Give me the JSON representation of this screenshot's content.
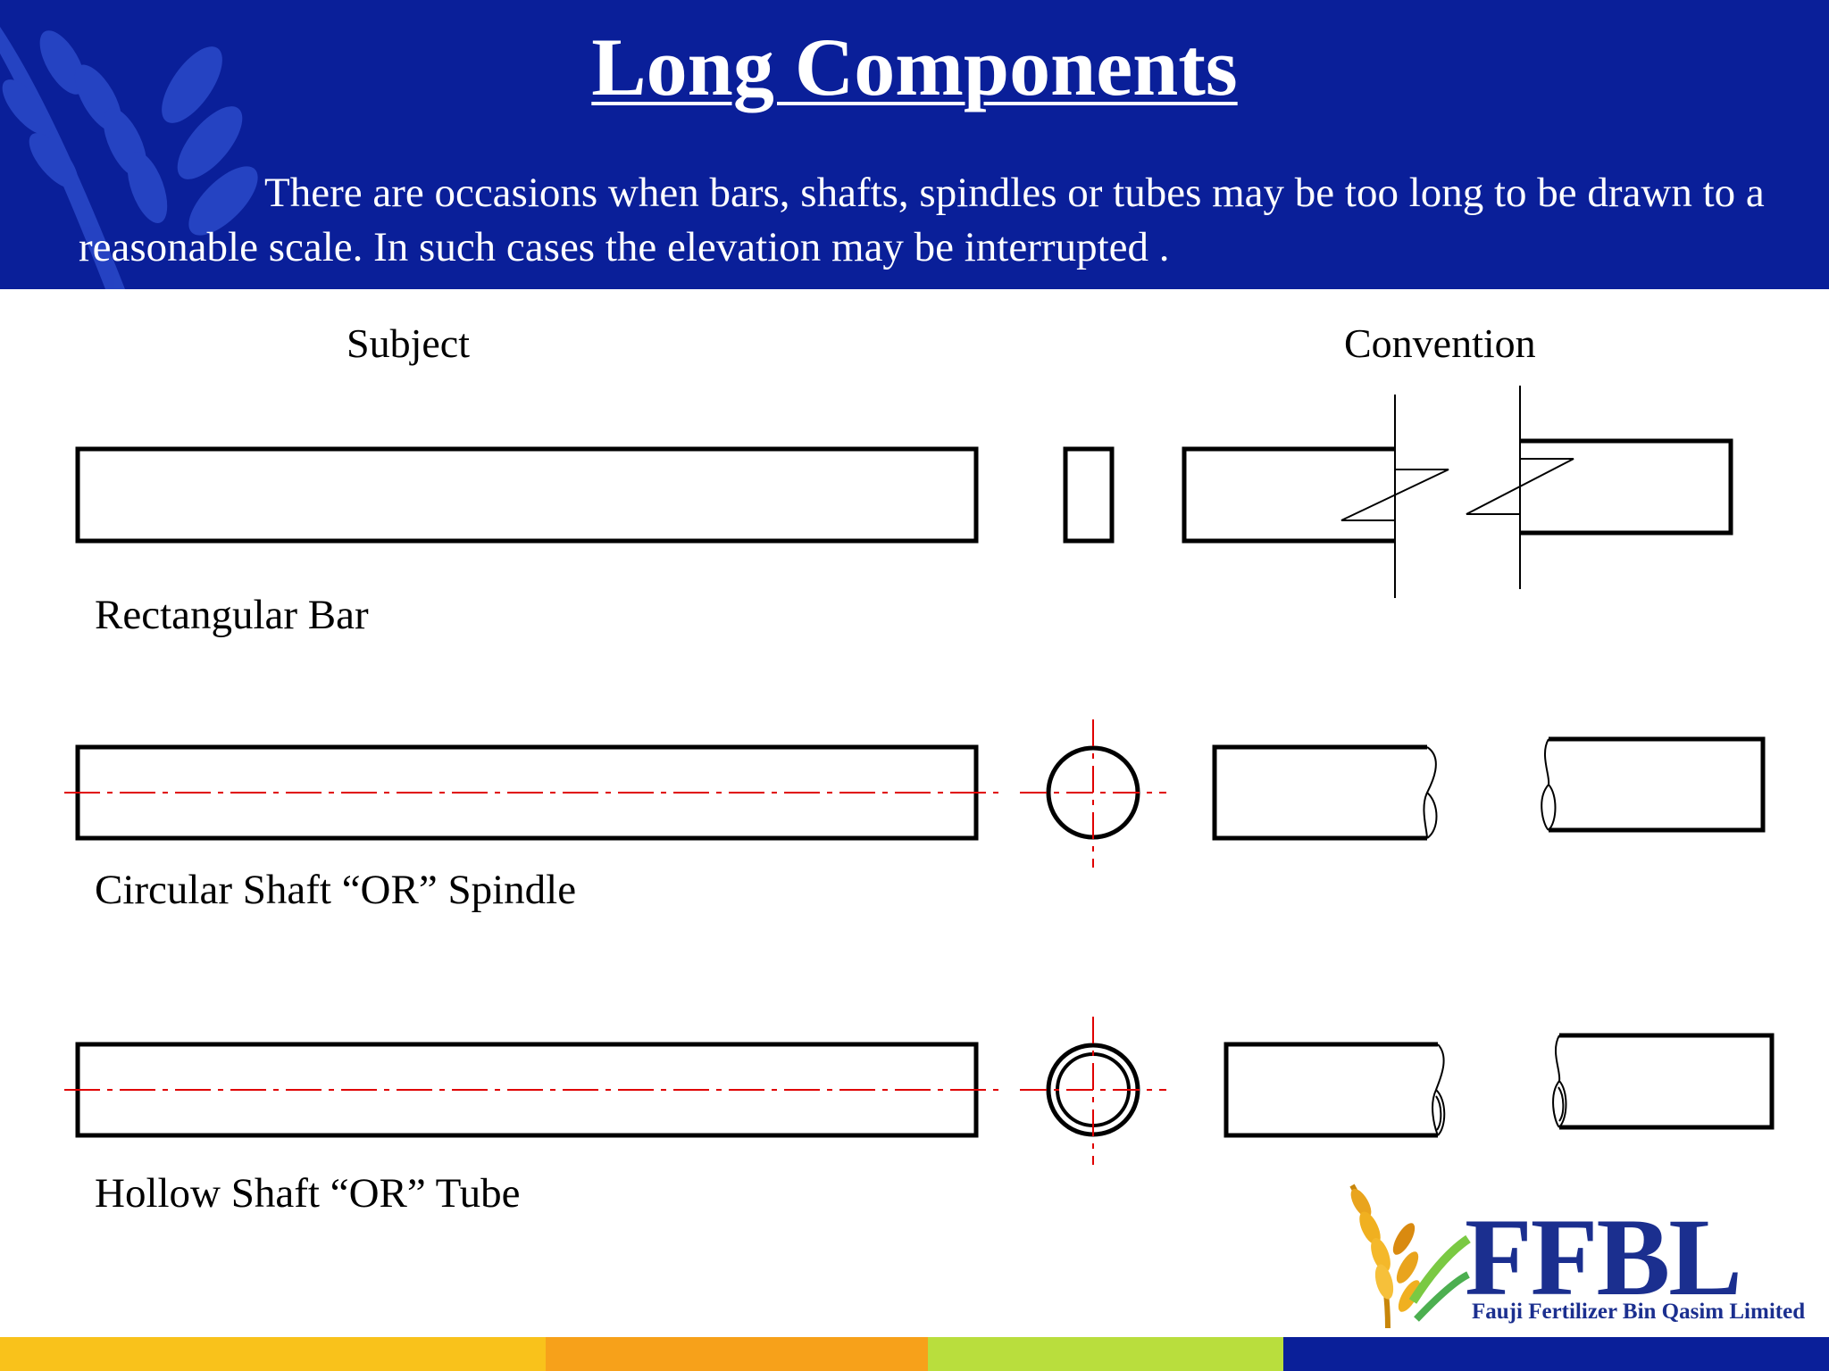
{
  "slide": {
    "title": "Long Components",
    "intro": "There are occasions when bars, shafts, spindles or tubes may be too long to be drawn to a reasonable scale. In such cases the elevation may be interrupted ."
  },
  "columns": {
    "subject": "Subject",
    "convention": "Convention"
  },
  "rows": [
    {
      "label": "Rectangular Bar"
    },
    {
      "label": "Circular Shaft “OR” Spindle"
    },
    {
      "label": "Hollow Shaft “OR” Tube"
    }
  ],
  "logo": {
    "name": "FFBL",
    "subtitle": "Fauji Fertilizer Bin Qasim Limited"
  },
  "colors": {
    "header_blue": "#0a1f99",
    "centerline_red": "#e00000",
    "footer": [
      "#f9c21b",
      "#f7a11a",
      "#b9de3d",
      "#0a1f99"
    ]
  }
}
